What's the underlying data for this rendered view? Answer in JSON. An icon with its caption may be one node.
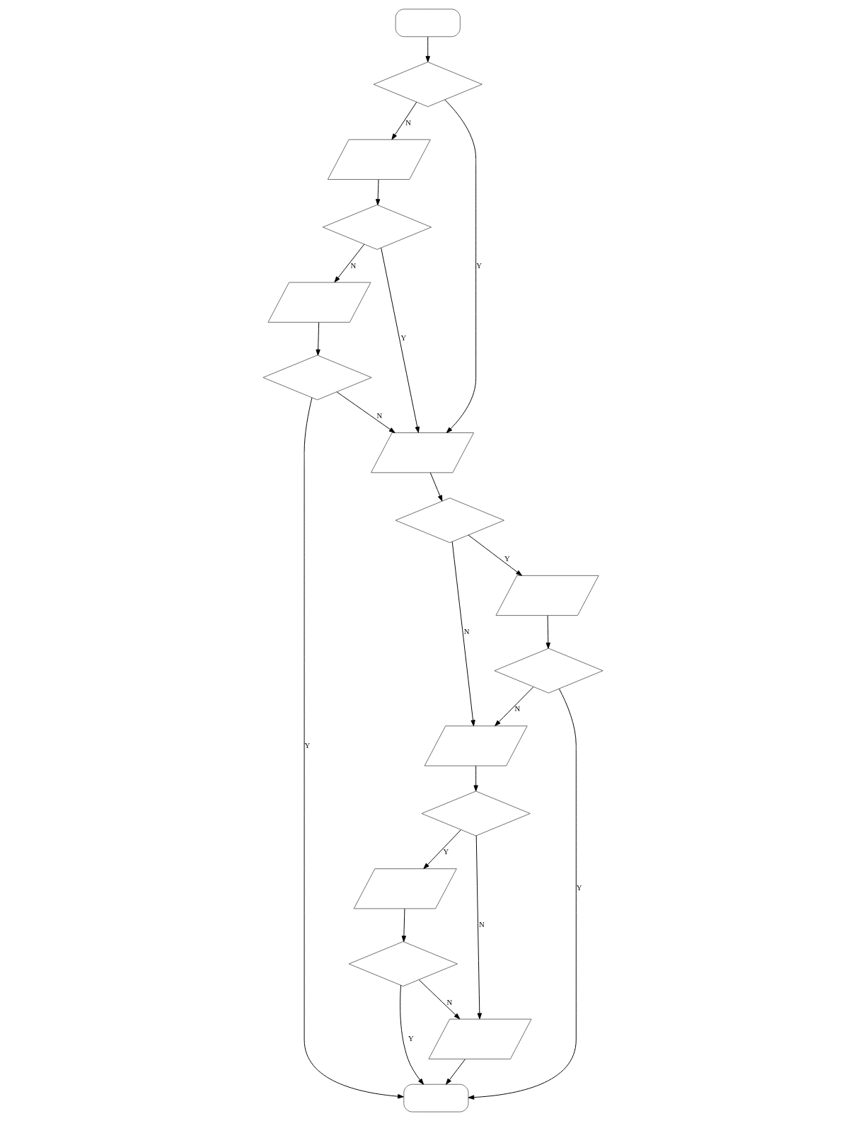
{
  "diagram": {
    "nodes": [
      {
        "text": [],
        "shape": "oval"
      },
      {
        "text": [],
        "shape": "diamond"
      },
      {
        "text": [],
        "shape": "parallelogram"
      },
      {
        "text": [],
        "shape": "parallelogram"
      },
      {
        "text": [],
        "shape": "diamond"
      },
      {
        "text": [],
        "shape": "parallelogram"
      },
      {
        "text": [],
        "shape": "diamond"
      },
      {
        "text": [],
        "shape": "parallelogram"
      },
      {
        "text": [],
        "shape": "diamond"
      },
      {
        "text": [],
        "shape": "parallelogram"
      },
      {
        "text": [],
        "shape": "diamond"
      },
      {
        "text": [],
        "shape": "diamond"
      },
      {
        "text": [],
        "shape": "parallelogram"
      },
      {
        "text": [],
        "shape": "parallelogram"
      },
      {
        "text": [],
        "shape": "diamond"
      },
      {
        "text": [],
        "shape": "oval"
      }
    ],
    "edges": [
      {
        "from": 0,
        "to": 1,
        "arrow": "to"
      },
      {
        "from": 1,
        "to": 3,
        "arrow": "to",
        "label": "Y"
      },
      {
        "from": 1,
        "to": 2,
        "arrow": "to",
        "label": "N"
      },
      {
        "from": 2,
        "to": 4,
        "arrow": "to"
      },
      {
        "from": 4,
        "to": 3,
        "arrow": "to",
        "label": "Y"
      },
      {
        "from": 4,
        "to": 7,
        "arrow": "to",
        "label": "N"
      },
      {
        "from": 10,
        "to": 3,
        "arrow": "to",
        "label": "N"
      },
      {
        "from": 3,
        "to": 6,
        "arrow": "to"
      },
      {
        "from": 6,
        "to": 5,
        "arrow": "to",
        "label": "Y"
      },
      {
        "from": 6,
        "to": 9,
        "arrow": "to",
        "label": "N"
      },
      {
        "from": 5,
        "to": 8,
        "arrow": "to"
      },
      {
        "from": 8,
        "to": 9,
        "arrow": "to",
        "label": "N"
      },
      {
        "from": 8,
        "to": 15,
        "arrow": "to",
        "label": "Y"
      },
      {
        "from": 9,
        "to": 11,
        "arrow": "to"
      },
      {
        "from": 11,
        "to": 12,
        "arrow": "to",
        "label": "Y"
      },
      {
        "from": 11,
        "to": 13,
        "arrow": "to",
        "label": "N"
      },
      {
        "from": 12,
        "to": 14,
        "arrow": "to"
      },
      {
        "from": 14,
        "to": 13,
        "arrow": "to",
        "label": "N"
      },
      {
        "from": 14,
        "to": 15,
        "arrow": "to",
        "label": "Y"
      },
      {
        "from": 13,
        "to": 15,
        "arrow": "to"
      },
      {
        "from": 7,
        "to": 10,
        "arrow": "to"
      },
      {
        "from": 10,
        "to": 15,
        "arrow": "to",
        "label": "Y"
      }
    ]
  }
}
